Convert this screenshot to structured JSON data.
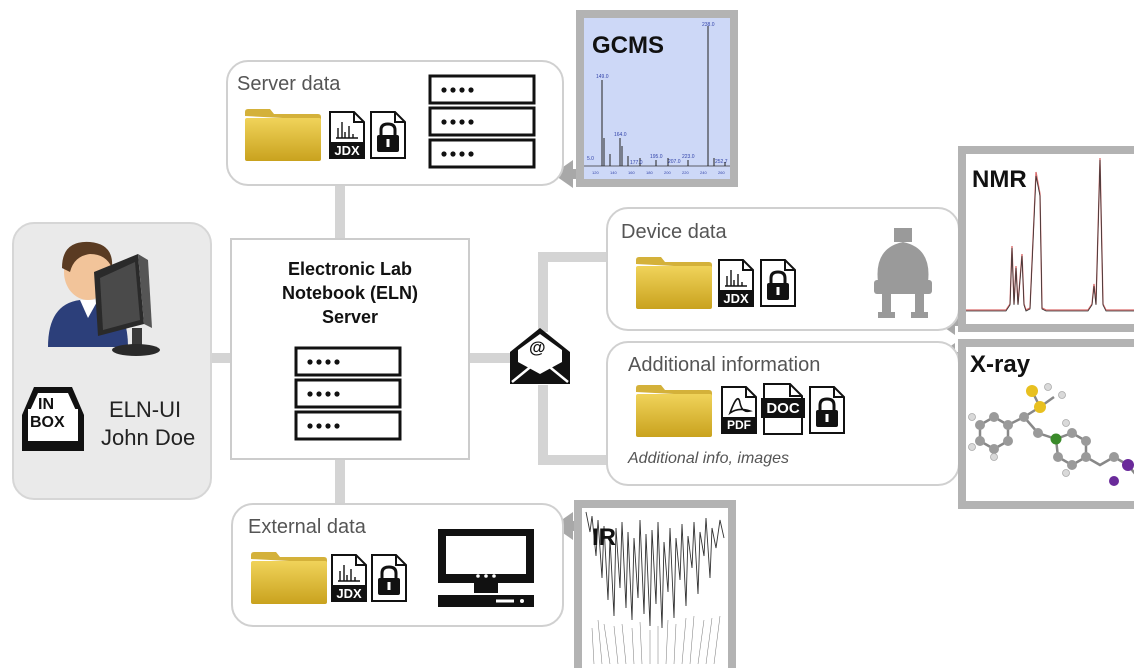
{
  "user_panel": {
    "inbox_line1": "IN",
    "inbox_line2": "BOX",
    "app_name": "ELN-UI",
    "user_name": "John Doe"
  },
  "eln_server": {
    "title_line1": "Electronic Lab",
    "title_line2": "Notebook (ELN)",
    "title_line3": "Server"
  },
  "server_data": {
    "label": "Server data",
    "jdx_label": "JDX"
  },
  "device_data": {
    "label": "Device data",
    "jdx_label": "JDX"
  },
  "additional_info": {
    "label": "Additional information",
    "pdf_label": "PDF",
    "doc_label": "DOC",
    "caption": "Additional info, images"
  },
  "external_data": {
    "label": "External data",
    "jdx_label": "JDX"
  },
  "email_icon_label": "@",
  "spectra": {
    "gcms": {
      "title": "GCMS",
      "peak_labels": [
        "149.0",
        "164.0",
        "177.0",
        "195.0",
        "207.0",
        "223.0",
        "238.0",
        "252.7",
        "5.0"
      ],
      "axis_ticks": [
        "120",
        "140",
        "160",
        "180",
        "200",
        "220",
        "240",
        "260"
      ]
    },
    "nmr": {
      "title": "NMR"
    },
    "xray": {
      "title": "X-ray"
    },
    "ir": {
      "title": "IR"
    }
  },
  "colors": {
    "panel_border": "#d0d0d0",
    "connector": "#d4d4d4",
    "folder": "#e0bd2e",
    "spectrum_frame": "#b3b3b3",
    "gcms_background": "#cdd8f7",
    "nmr_line": "#d96b6b"
  }
}
